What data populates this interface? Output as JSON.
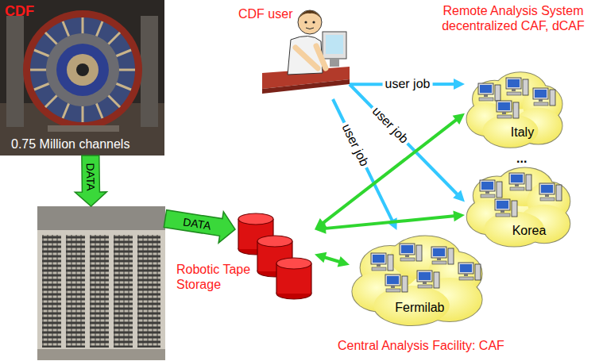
{
  "diagram": {
    "nodes": [
      {
        "text": [
          "CDF",
          "0.75 Million channels"
        ]
      },
      {
        "text": [
          "Robotic Tape Storage"
        ]
      },
      {
        "text": [
          "CDF user"
        ]
      },
      {
        "text": []
      },
      {
        "text": [
          "Italy"
        ]
      },
      {
        "text": [
          "Korea"
        ]
      },
      {
        "text": [
          "Fermilab",
          "Central Analysis Facility: CAF"
        ]
      }
    ],
    "edges": [
      {
        "from": 0,
        "to": 1,
        "label": "DATA",
        "arrow": "to"
      },
      {
        "from": 1,
        "to": 3,
        "label": "DATA",
        "arrow": "to"
      },
      {
        "from": 2,
        "to": 4,
        "label": "user job",
        "arrow": "to"
      },
      {
        "from": 2,
        "to": 5,
        "label": "user job",
        "arrow": "to"
      },
      {
        "from": 2,
        "to": 6,
        "label": "user job",
        "arrow": "to"
      },
      {
        "from": 3,
        "to": 4,
        "arrow": "both"
      },
      {
        "from": 3,
        "to": 5,
        "arrow": "both"
      },
      {
        "from": 3,
        "to": 6,
        "arrow": "both"
      }
    ],
    "labels": [
      "Remote Analysis System decentralized CAF, dCAF",
      "..."
    ]
  }
}
